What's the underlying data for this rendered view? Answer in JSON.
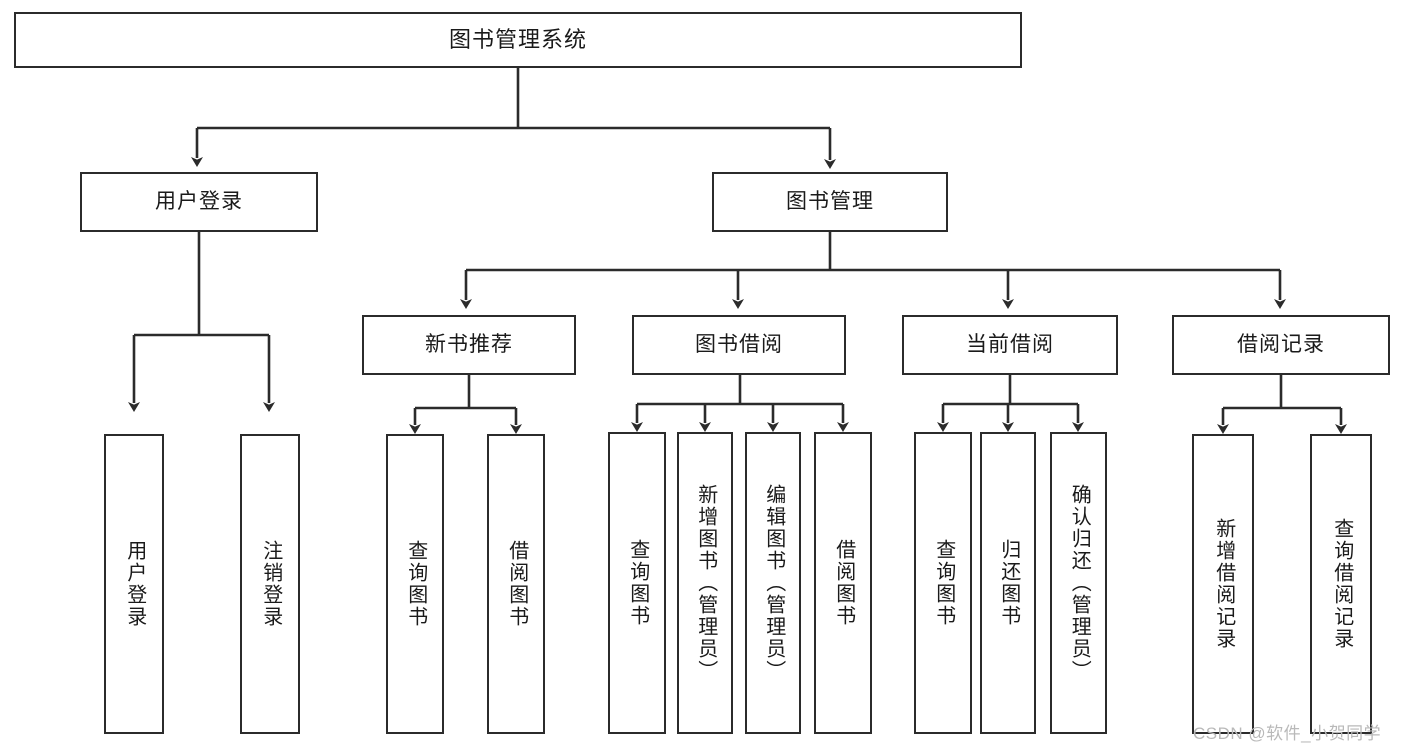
{
  "diagram": {
    "title": "图书管理系统",
    "root": {
      "label": "图书管理系统"
    },
    "level2": [
      {
        "label": "用户登录"
      },
      {
        "label": "图书管理"
      }
    ],
    "level3": [
      {
        "label": "新书推荐"
      },
      {
        "label": "图书借阅"
      },
      {
        "label": "当前借阅"
      },
      {
        "label": "借阅记录"
      }
    ],
    "leaves": {
      "user_login": [
        {
          "label": "用户登录"
        },
        {
          "label": "注销登录"
        }
      ],
      "new_book_recommend": [
        {
          "label": "查询图书"
        },
        {
          "label": "借阅图书"
        }
      ],
      "book_borrow": [
        {
          "label": "查询图书"
        },
        {
          "label": "新增图书（管理员）"
        },
        {
          "label": "编辑图书（管理员）"
        },
        {
          "label": "借阅图书"
        }
      ],
      "current_borrow": [
        {
          "label": "查询图书"
        },
        {
          "label": "归还图书"
        },
        {
          "label": "确认归还（管理员）"
        }
      ],
      "borrow_record": [
        {
          "label": "新增借阅记录"
        },
        {
          "label": "查询借阅记录"
        }
      ]
    },
    "watermark": "CSDN @软件_小贺同学",
    "colors": {
      "stroke": "#2b2b2b",
      "box_fill": "#ffffff",
      "text": "#1a1a1a",
      "watermark": "#b9b9b9"
    }
  }
}
